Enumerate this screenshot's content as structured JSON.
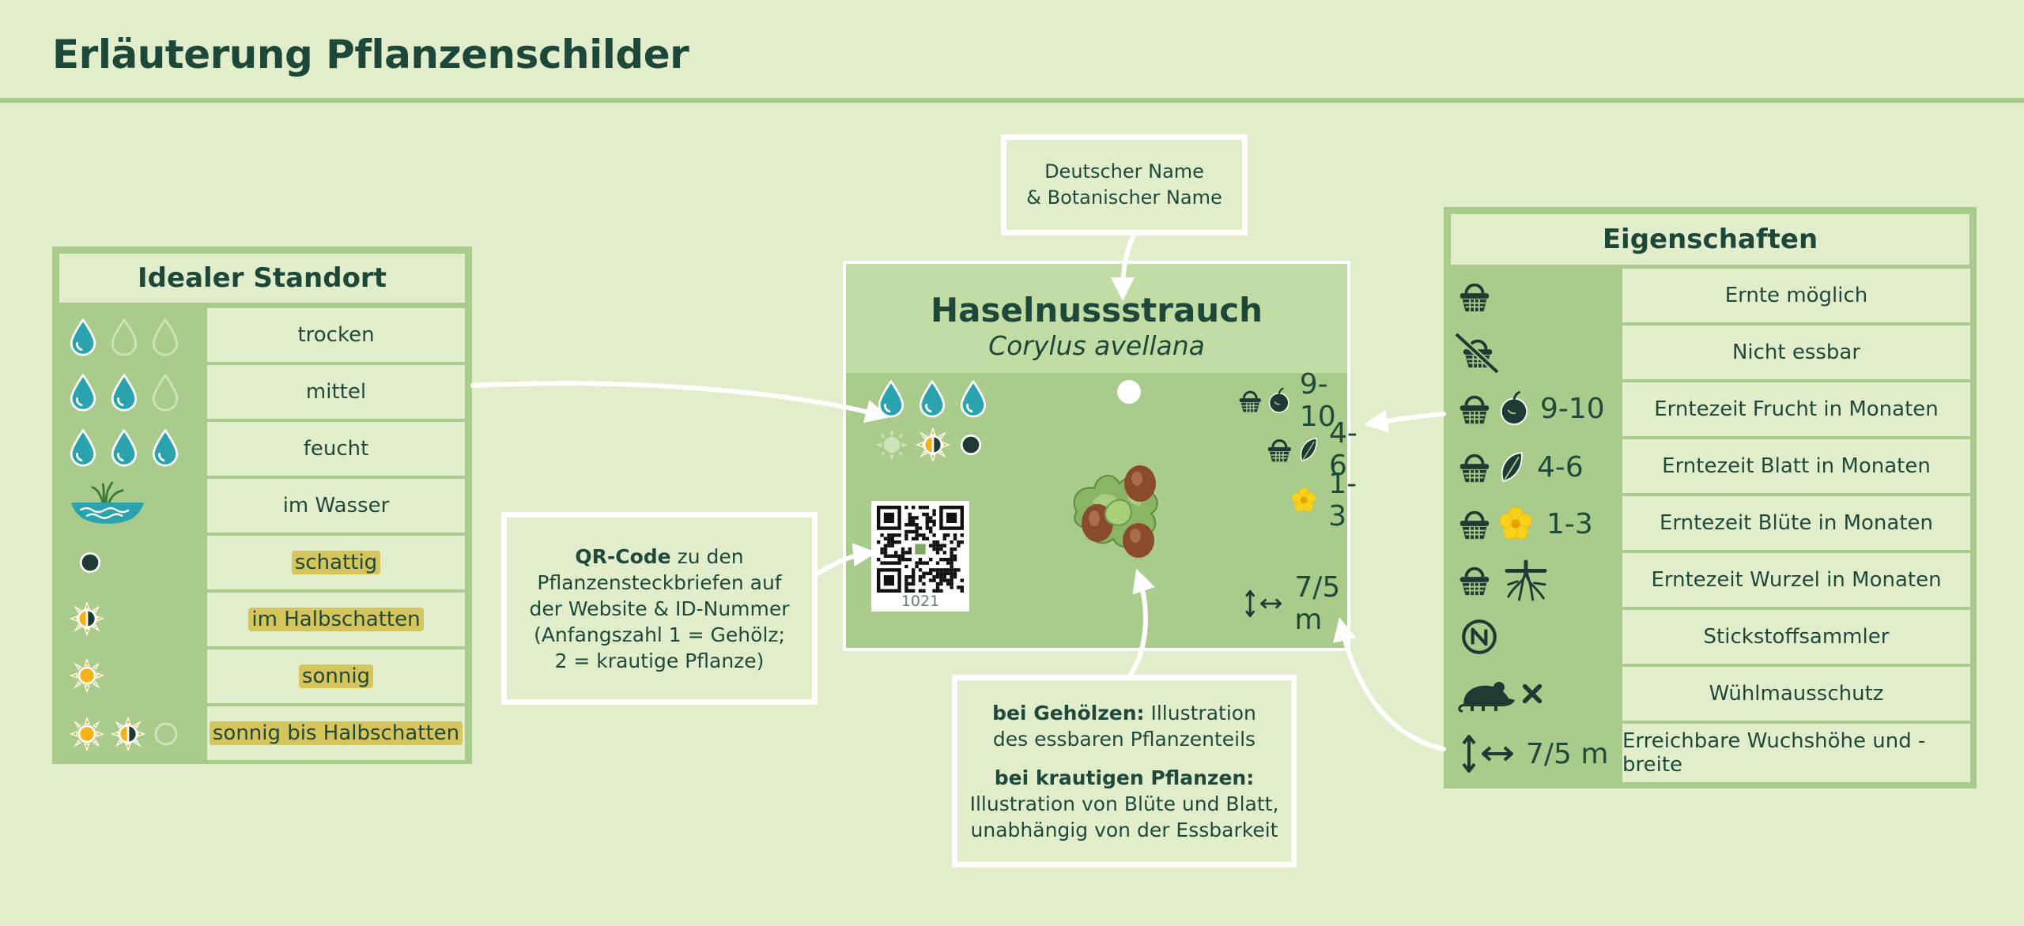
{
  "page_title": "Erläuterung Pflanzenschilder",
  "standort": {
    "title": "Idealer Standort",
    "rows": [
      {
        "label": "trocken",
        "highlight": false
      },
      {
        "label": "mittel",
        "highlight": false
      },
      {
        "label": "feucht",
        "highlight": false
      },
      {
        "label": "im Wasser",
        "highlight": false
      },
      {
        "label": "schattig",
        "highlight": true
      },
      {
        "label": "im Halbschatten",
        "highlight": true
      },
      {
        "label": "sonnig",
        "highlight": true
      },
      {
        "label": "sonnig bis Halbschatten",
        "highlight": true
      }
    ]
  },
  "eigenschaften": {
    "title": "Eigenschaften",
    "rows": [
      {
        "label": "Ernte möglich",
        "icon_text": ""
      },
      {
        "label": "Nicht essbar",
        "icon_text": ""
      },
      {
        "label": "Erntezeit Frucht in Monaten",
        "icon_text": "9-10"
      },
      {
        "label": "Erntezeit Blatt in Monaten",
        "icon_text": "4-6"
      },
      {
        "label": "Erntezeit Blüte in Monaten",
        "icon_text": "1-3"
      },
      {
        "label": "Erntezeit Wurzel in Monaten",
        "icon_text": ""
      },
      {
        "label": "Stickstoffsammler",
        "icon_text": ""
      },
      {
        "label": "Wühlmausschutz",
        "icon_text": ""
      },
      {
        "label": "Erreichbare Wuchshöhe und -breite",
        "icon_text": "7/5 m"
      }
    ]
  },
  "sign": {
    "german_name": "Haselnussstrauch",
    "botanical_name": "Corylus avellana",
    "fruit_months": "9-10",
    "leaf_months": "4-6",
    "flower_months": "1-3",
    "size": "7/5 m",
    "qr_id": "1021"
  },
  "callouts": {
    "name": {
      "line1": "Deutscher Name",
      "line2": "& Botanischer Name"
    },
    "qr": {
      "bold": "QR-Code",
      "rest1": " zu den",
      "line2": "Pflanzensteckbriefen auf",
      "line3": "der Website & ID-Nummer",
      "line4": "(Anfangszahl 1 = Gehölz;",
      "line5": "2 = krautige Pflanze)"
    },
    "illustration": {
      "bold1": "bei Gehölzen:",
      "rest1": " Illustration",
      "line2": "des essbaren Pflanzenteils",
      "bold3": "bei krautigen Pflanzen:",
      "line4": "Illustration von Blüte und Blatt,",
      "line5": "unabhängig von der Essbarkeit"
    }
  },
  "icons": [
    "water-drop-icon",
    "water-drop-empty-icon",
    "pond-icon",
    "shade-icon",
    "half-shade-icon",
    "sun-icon",
    "basket-icon",
    "not-edible-icon",
    "fruit-icon",
    "leaf-icon",
    "flower-icon",
    "root-icon",
    "nitrogen-icon",
    "vole-icon",
    "height-arrow-icon",
    "width-arrow-icon",
    "qr-code-icon",
    "hazelnut-illustration"
  ],
  "colors": {
    "background": "#e2eecb",
    "panel": "#a9cc8c",
    "text": "#1f4a3b",
    "drop": "#2aa3ae",
    "sun": "#f5b21a",
    "flower": "#f8d21a",
    "highlight": "#d6c45c"
  }
}
